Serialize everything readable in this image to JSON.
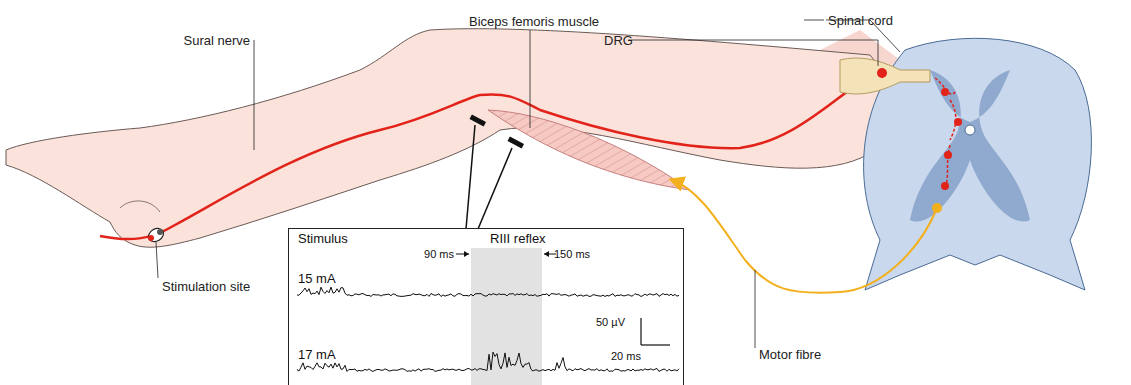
{
  "diagram": {
    "nodes": [
      {
        "text": [
          "Stimulus",
          "RIII reflex",
          "90 ms",
          "150 ms",
          "15 mA",
          "50 µV",
          "17 mA",
          "20 ms"
        ]
      }
    ],
    "labels": [
      "Biceps femoris muscle",
      "Spinal cord",
      "Sural nerve",
      "DRG",
      "Stimulation site",
      "Motor fibre"
    ]
  }
}
